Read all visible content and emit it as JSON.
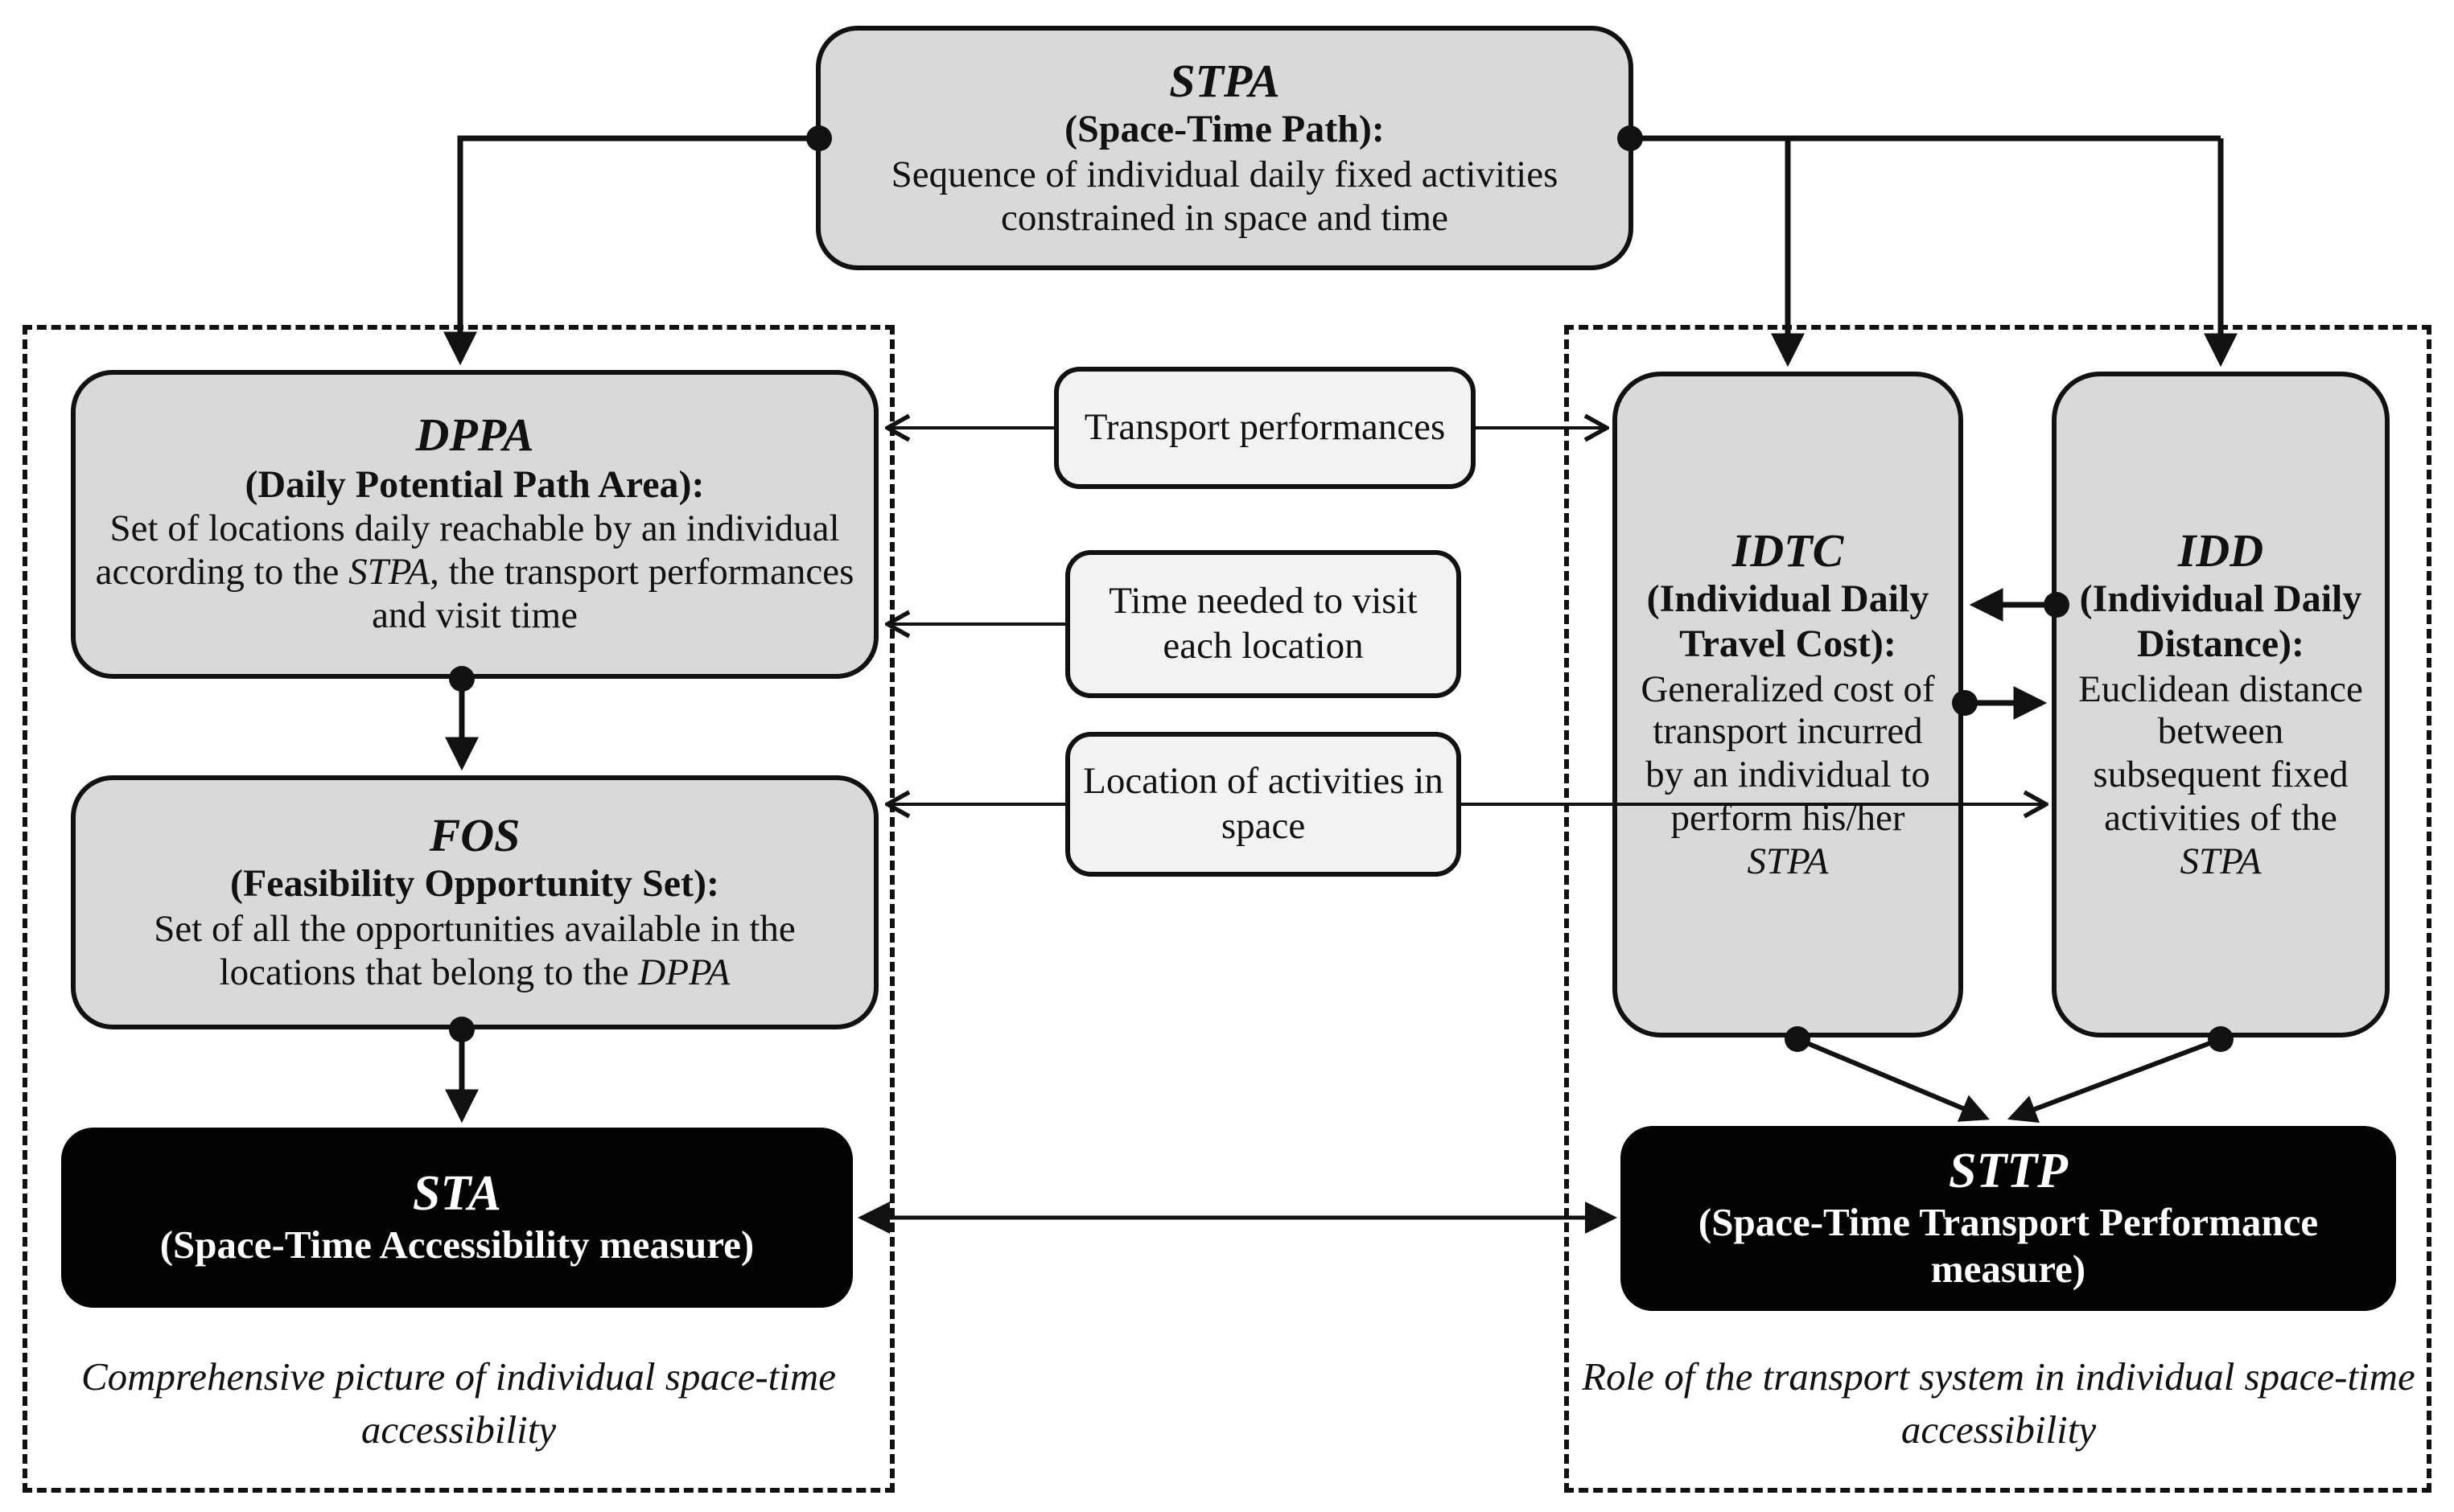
{
  "colors": {
    "node_fill": "#d9d9d9",
    "pill_fill": "#f2f2f2",
    "dark_fill": "#030303",
    "dark_text": "#ffffff",
    "line": "#111111",
    "background": "#ffffff"
  },
  "stpa": {
    "title": "STPA",
    "subtitle": "(Space-Time Path):",
    "desc": "Sequence of individual daily fixed activities constrained in space and time"
  },
  "left_panel": {
    "dppa": {
      "title": "DPPA",
      "subtitle": "(Daily Potential Path Area):",
      "desc_before": "Set of locations daily reachable by an individual according to the ",
      "desc_italic": "STPA",
      "desc_after": ", the transport performances and visit time"
    },
    "fos": {
      "title": "FOS",
      "subtitle": "(Feasibility Opportunity Set):",
      "desc_before": "Set of all the opportunities available in the locations that belong to the ",
      "desc_italic": "DPPA",
      "desc_after": ""
    },
    "sta": {
      "title": "STA",
      "subtitle": "(Space-Time Accessibility measure)"
    },
    "caption": "Comprehensive picture of individual space-time accessibility"
  },
  "middle": {
    "transport_performances": "Transport performances",
    "time_needed": "Time needed to visit each location",
    "location_activities": "Location of activities in space"
  },
  "right_panel": {
    "idtc": {
      "title": "IDTC",
      "subtitle": "(Individual Daily Travel Cost):",
      "desc_before": "Generalized cost of transport incurred by an individual to perform his/her ",
      "desc_italic": "STPA",
      "desc_after": ""
    },
    "idd": {
      "title": "IDD",
      "subtitle": "(Individual Daily Distance):",
      "desc_before": "Euclidean distance between subsequent fixed activities of the ",
      "desc_italic": "STPA",
      "desc_after": ""
    },
    "sttp": {
      "title": "STTP",
      "subtitle": "(Space-Time Transport Performance measure)"
    },
    "caption": "Role of the transport system in individual space-time accessibility"
  }
}
